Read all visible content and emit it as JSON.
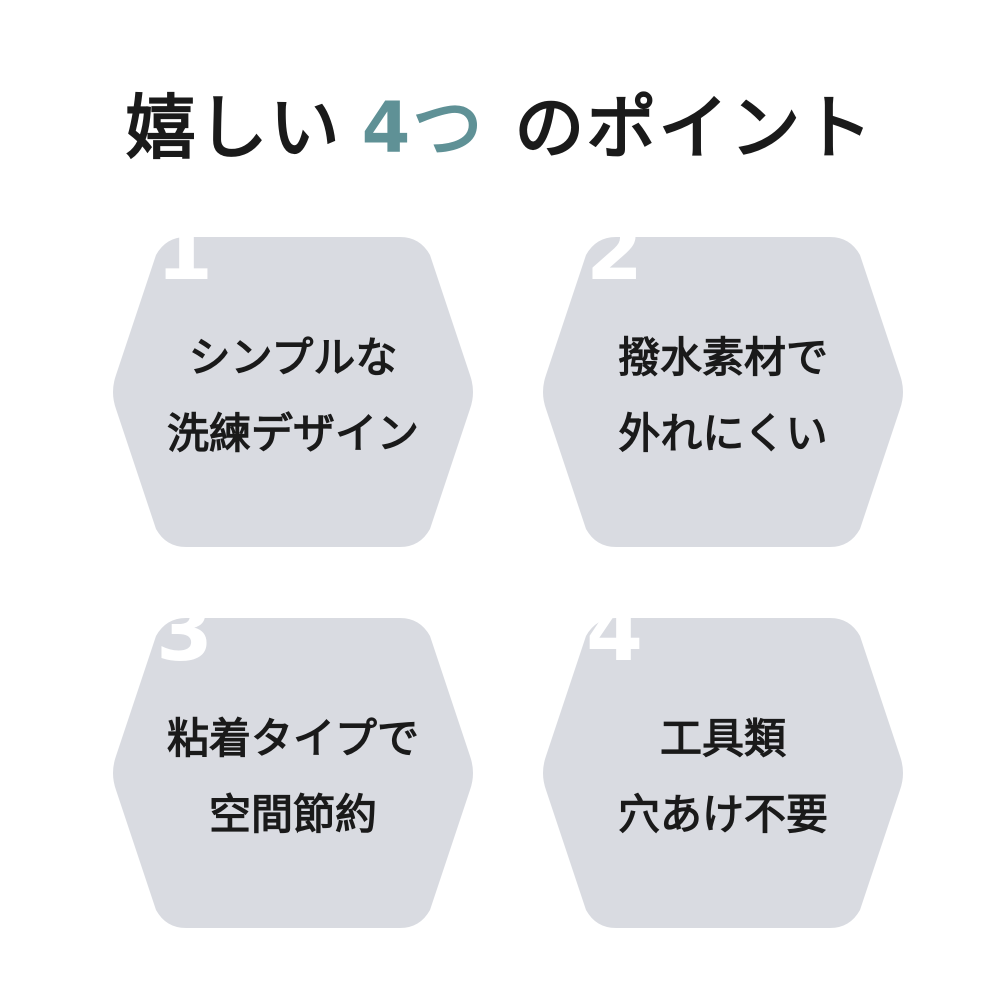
{
  "colors": {
    "accent": "#5f9196",
    "hexagon": "#d9dbe1",
    "text": "#1a1a1a",
    "number": "#ffffff"
  },
  "title": {
    "prefix": "嬉しい",
    "number": "4つ",
    "suffix": "のポイント"
  },
  "points": [
    {
      "number": "1",
      "line1": "シンプルな",
      "line2": "洗練デザイン"
    },
    {
      "number": "2",
      "line1": "撥水素材で",
      "line2": "外れにくい"
    },
    {
      "number": "3",
      "line1": "粘着タイプで",
      "line2": "空間節約"
    },
    {
      "number": "4",
      "line1": "工具類",
      "line2": "穴あけ不要"
    }
  ]
}
